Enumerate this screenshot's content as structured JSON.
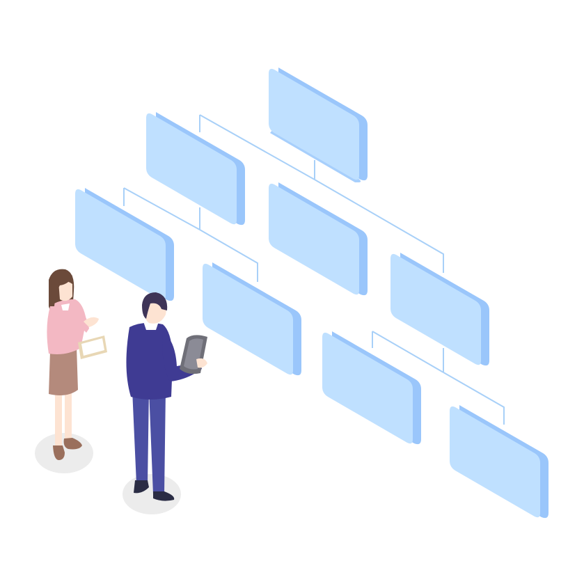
{
  "illustration": {
    "subject": "isometric-org-chart-with-two-people",
    "colors": {
      "box_face": "#bfe0ff",
      "box_side": "#9ac6fb",
      "box_bottom": "#a7cffc",
      "connector": "#a8d0f8",
      "shadow": "#ececec",
      "woman_hair": "#6b4a3a",
      "woman_top": "#f3b8c3",
      "woman_skirt": "#b48a7c",
      "woman_skin": "#fde3d2",
      "woman_shoes": "#9a6f5c",
      "man_hair": "#3e3457",
      "man_jacket": "#3f3b93",
      "man_pants": "#4b4fa3",
      "man_shoes": "#2a2c44",
      "tablet": "#6f6f78",
      "clipboard": "#e8d7b5"
    },
    "org_boxes": 8,
    "people": 2
  }
}
